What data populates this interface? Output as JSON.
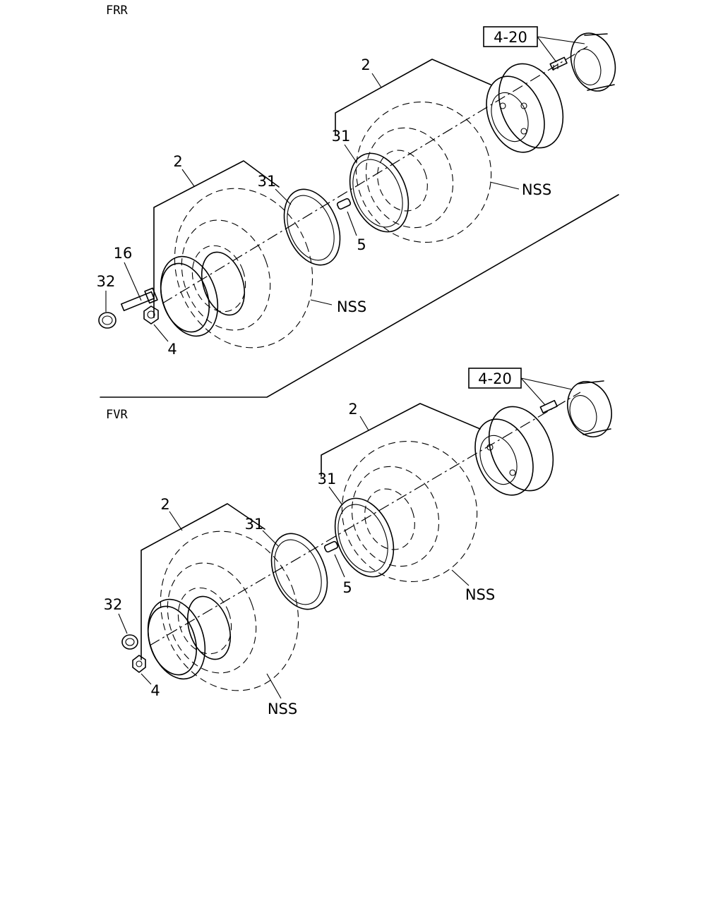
{
  "sections": [
    {
      "title": "FRR",
      "labels": {
        "ref_box": "4-20",
        "tire_outer": "2",
        "tire_inner": "2",
        "ring_inner": "31",
        "ring_outer": "31",
        "valve": "5",
        "bolt": "16",
        "cap": "32",
        "nut": "4",
        "nss_upper": "NSS",
        "nss_lower": "NSS"
      }
    },
    {
      "title": "FVR",
      "labels": {
        "ref_box": "4-20",
        "tire_outer": "2",
        "tire_inner": "2",
        "ring_inner": "31",
        "ring_outer": "31",
        "valve": "5",
        "cap": "32",
        "nut": "4",
        "nss_upper": "NSS",
        "nss_lower": "NSS"
      }
    }
  ]
}
